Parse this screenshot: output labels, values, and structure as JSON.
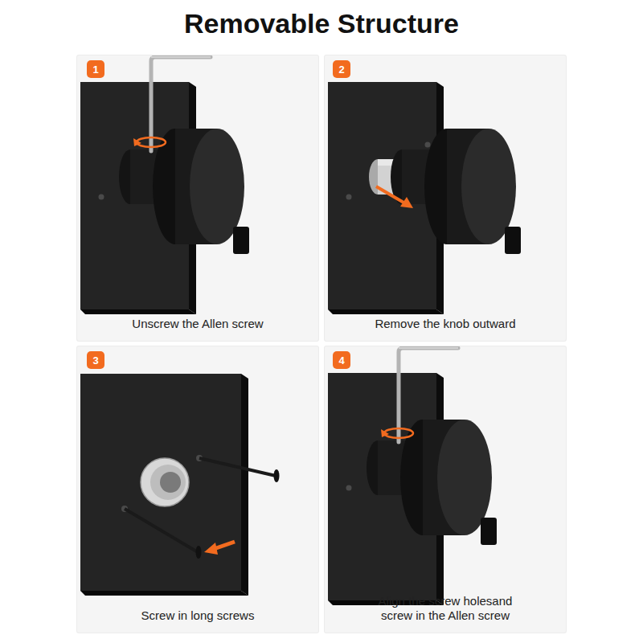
{
  "diagram": {
    "title": "Removable Structure",
    "nodes": [
      {
        "text": [
          "Unscrew the Allen screw"
        ]
      },
      {
        "text": [
          "1"
        ],
        "in": 0
      },
      {
        "text": [
          "Remove the knob outward"
        ]
      },
      {
        "text": [
          "2"
        ],
        "in": 2
      },
      {
        "text": [
          "Screw in long screws"
        ]
      },
      {
        "text": [
          "3"
        ],
        "in": 4
      },
      {
        "text": [
          "Align the screw holesand screw in the Allen screw"
        ]
      },
      {
        "text": [
          "4"
        ],
        "in": 6
      }
    ]
  }
}
